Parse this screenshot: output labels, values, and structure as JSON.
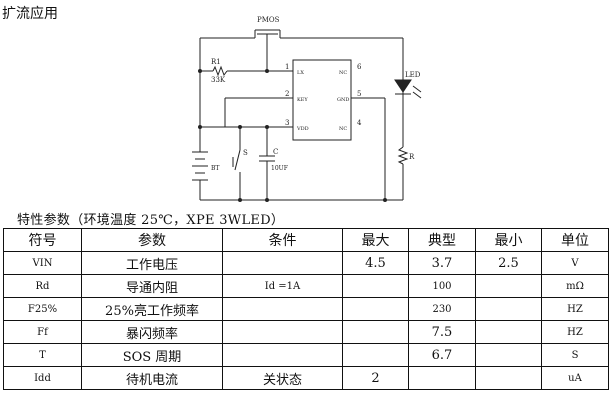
{
  "document": {
    "section_heading": "扩流应用",
    "circuit": {
      "mosfet_label": "PMOS",
      "resistor1_label": "R1",
      "resistor1_value": "33K",
      "ic_pins_left": [
        {
          "num": "1",
          "name": "LX"
        },
        {
          "num": "2",
          "name": "KEY"
        },
        {
          "num": "3",
          "name": "VDD"
        }
      ],
      "ic_pins_right": [
        {
          "num": "6",
          "name": "NC"
        },
        {
          "num": "5",
          "name": "GND"
        },
        {
          "num": "4",
          "name": "NC"
        }
      ],
      "led_label": "LED",
      "resistor_label": "R",
      "switch_label": "S",
      "capacitor_label": "C",
      "capacitor_value": "10UF",
      "battery_label": "BT"
    },
    "characteristics_title": "特性参数（环境温度 25℃，XPE  3WLED）",
    "table": {
      "headers": [
        "符号",
        "参数",
        "条件",
        "最大",
        "典型",
        "最小",
        "单位"
      ],
      "rows": [
        {
          "symbol": "VIN",
          "parameter": "工作电压",
          "condition": "",
          "max": "4.5",
          "typ": "3.7",
          "min": "2.5",
          "unit": "V"
        },
        {
          "symbol": "Rd",
          "parameter": "导通内阻",
          "condition": "Id  =1A",
          "max": "",
          "typ": "100",
          "min": "",
          "unit": "mΩ"
        },
        {
          "symbol": "F25%",
          "parameter": "25%亮工作频率",
          "condition": "",
          "max": "",
          "typ": "230",
          "min": "",
          "unit": "HZ"
        },
        {
          "symbol": "Ff",
          "parameter": "暴闪频率",
          "condition": "",
          "max": "",
          "typ": "7.5",
          "min": "",
          "unit": "HZ"
        },
        {
          "symbol": "T",
          "parameter": "SOS 周期",
          "condition": "",
          "max": "",
          "typ": "6.7",
          "min": "",
          "unit": "S"
        },
        {
          "symbol": "Idd",
          "parameter": "待机电流",
          "condition": "关状态",
          "max": "2",
          "typ": "",
          "min": "",
          "unit": "uA"
        }
      ]
    }
  }
}
